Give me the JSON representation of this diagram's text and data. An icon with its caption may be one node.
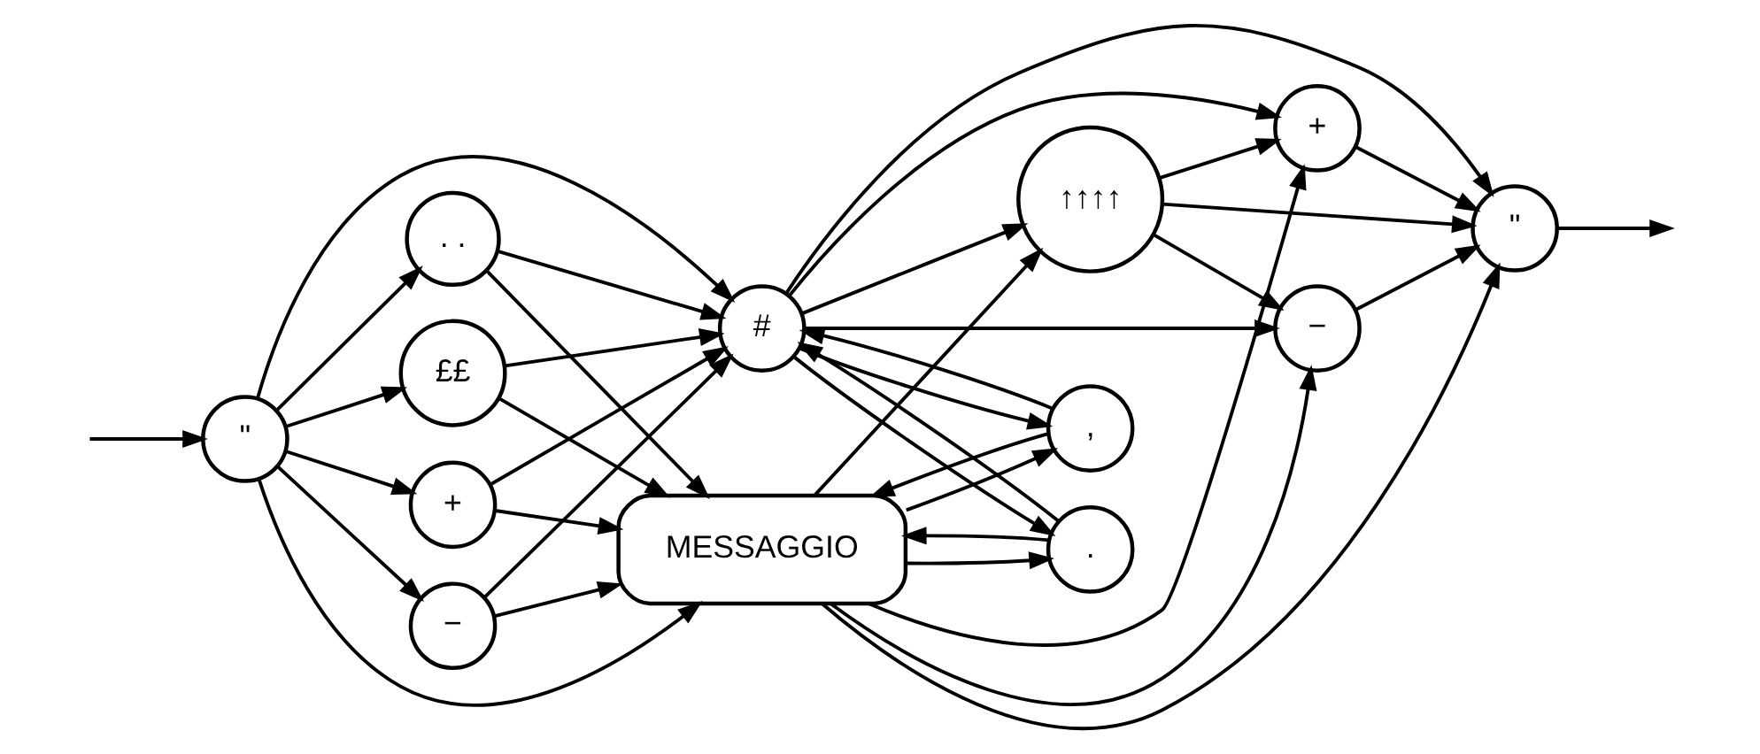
{
  "diagram": {
    "nodes": [
      {
        "text": [
          "\""
        ]
      },
      {
        "text": [
          "+"
        ]
      },
      {
        "text": [
          "−"
        ]
      },
      {
        "text": [
          ". ."
        ]
      },
      {
        "text": [
          "££"
        ]
      },
      {
        "text": [
          "#"
        ]
      },
      {
        "text": [
          "MESSAGGIO"
        ]
      },
      {
        "text": [
          "."
        ]
      },
      {
        "text": [
          ","
        ]
      },
      {
        "text": [
          "↑↑↑↑"
        ]
      },
      {
        "text": [
          "+"
        ]
      },
      {
        "text": [
          "−"
        ]
      },
      {
        "text": [
          "\""
        ]
      }
    ],
    "edges": [
      {
        "from": null,
        "to": 0,
        "arrow": "to"
      },
      {
        "from": 0,
        "to": 1,
        "arrow": "to"
      },
      {
        "from": 0,
        "to": 2,
        "arrow": "to"
      },
      {
        "from": 0,
        "to": 3,
        "arrow": "to"
      },
      {
        "from": 0,
        "to": 4,
        "arrow": "to"
      },
      {
        "from": 0,
        "to": 5,
        "arrow": "to"
      },
      {
        "from": 0,
        "to": 6,
        "arrow": "to"
      },
      {
        "from": 1,
        "to": 5,
        "arrow": "to"
      },
      {
        "from": 1,
        "to": 6,
        "arrow": "to"
      },
      {
        "from": 2,
        "to": 5,
        "arrow": "to"
      },
      {
        "from": 2,
        "to": 6,
        "arrow": "to"
      },
      {
        "from": 3,
        "to": 5,
        "arrow": "to"
      },
      {
        "from": 3,
        "to": 6,
        "arrow": "to"
      },
      {
        "from": 4,
        "to": 5,
        "arrow": "to"
      },
      {
        "from": 4,
        "to": 6,
        "arrow": "to"
      },
      {
        "from": 5,
        "to": 7,
        "arrow": "to"
      },
      {
        "from": 5,
        "to": 8,
        "arrow": "to"
      },
      {
        "from": 6,
        "to": 7,
        "arrow": "to"
      },
      {
        "from": 6,
        "to": 8,
        "arrow": "to"
      },
      {
        "from": 7,
        "to": 5,
        "arrow": "to"
      },
      {
        "from": 7,
        "to": 6,
        "arrow": "to"
      },
      {
        "from": 8,
        "to": 5,
        "arrow": "to"
      },
      {
        "from": 8,
        "to": 6,
        "arrow": "to"
      },
      {
        "from": 5,
        "to": 9,
        "arrow": "to"
      },
      {
        "from": 5,
        "to": 10,
        "arrow": "to"
      },
      {
        "from": 5,
        "to": 11,
        "arrow": "to"
      },
      {
        "from": 5,
        "to": 12,
        "arrow": "to"
      },
      {
        "from": 6,
        "to": 9,
        "arrow": "to"
      },
      {
        "from": 6,
        "to": 10,
        "arrow": "to"
      },
      {
        "from": 6,
        "to": 11,
        "arrow": "to"
      },
      {
        "from": 6,
        "to": 12,
        "arrow": "to"
      },
      {
        "from": 9,
        "to": 10,
        "arrow": "to"
      },
      {
        "from": 9,
        "to": 11,
        "arrow": "to"
      },
      {
        "from": 9,
        "to": 12,
        "arrow": "to"
      },
      {
        "from": 10,
        "to": 12,
        "arrow": "to"
      },
      {
        "from": 11,
        "to": 12,
        "arrow": "to"
      },
      {
        "from": 12,
        "to": null,
        "arrow": "to"
      }
    ]
  }
}
